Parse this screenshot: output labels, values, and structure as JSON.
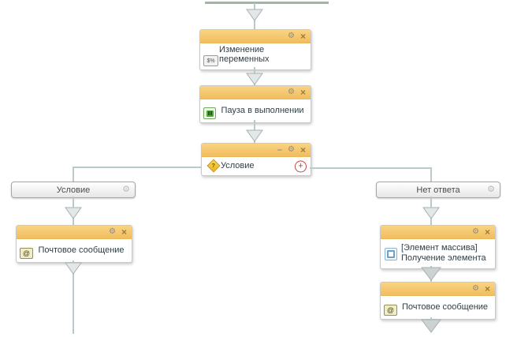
{
  "app": {
    "name": "workflow-designer-canvas"
  },
  "colors": {
    "node_header": "#f5c36a",
    "connector": "#b9cacc",
    "plus_button": "#cc3333",
    "node_border": "#c9c9c9"
  },
  "icons": {
    "gear": "⚙",
    "close": "×",
    "minimize": "–",
    "plus": "+",
    "mail_glyph": "@",
    "variables_glyph": "$%",
    "condition_glyph": "?"
  },
  "nodes": {
    "change_variables": {
      "title": "Изменение переменных",
      "icon": "variables-icon"
    },
    "pause": {
      "title": "Пауза в выполнении",
      "icon": "pause-icon"
    },
    "condition": {
      "title": "Условие",
      "icon": "condition-diamond-icon"
    },
    "mail_left": {
      "title": "Почтовое сообщение",
      "icon": "mail-icon"
    },
    "array_element": {
      "line1": "[Элемент массива]",
      "line2": "Получение элемента",
      "icon": "array-element-icon"
    },
    "mail_right": {
      "title": "Почтовое сообщение",
      "icon": "mail-icon"
    }
  },
  "branches": {
    "left": {
      "label": "Условие"
    },
    "right": {
      "label": "Нет ответа"
    }
  }
}
